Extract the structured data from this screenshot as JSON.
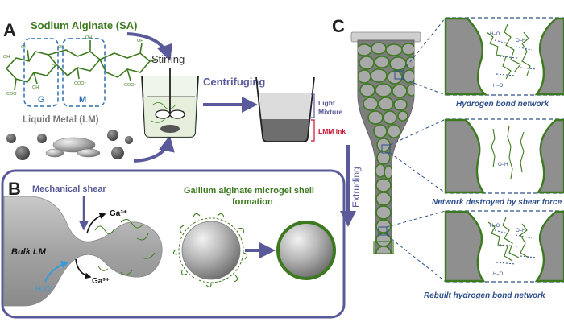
{
  "panels": {
    "a": {
      "letter": "A",
      "sa_label": "Sodium Alginate (SA)",
      "g_label": "G",
      "m_label": "M",
      "lm_label": "Liquid Metal (LM)",
      "stirring": "Stirring",
      "centrifuging": "Centrifuging",
      "light_line1": "Light",
      "light_line2": "Mixture",
      "ink_label": "LMM ink",
      "oh": "OH",
      "coo": "COO⁻",
      "oxygen": "O"
    },
    "b": {
      "letter": "B",
      "mech_shear": "Mechanical shear",
      "bulk_lm": "Bulk LM",
      "ga_ion": "Ga³⁺",
      "water": "H₂O",
      "shell_line1": "Gallium alginate microgel shell",
      "shell_line2": "formation"
    },
    "c": {
      "letter": "C",
      "extruding": "Extruding",
      "caption1": "Hydrogen bond network",
      "caption2": "Network destroyed by shear force",
      "caption3": "Rebuilt hydrogen bond network",
      "h_o": "H–O",
      "o_h": "O–H"
    }
  },
  "colors": {
    "green": "#3d7a1f",
    "purple": "#5a5a9a",
    "dark_blue": "#2d4f8a",
    "red": "#c8102e",
    "metal": "#9a9a9a"
  }
}
